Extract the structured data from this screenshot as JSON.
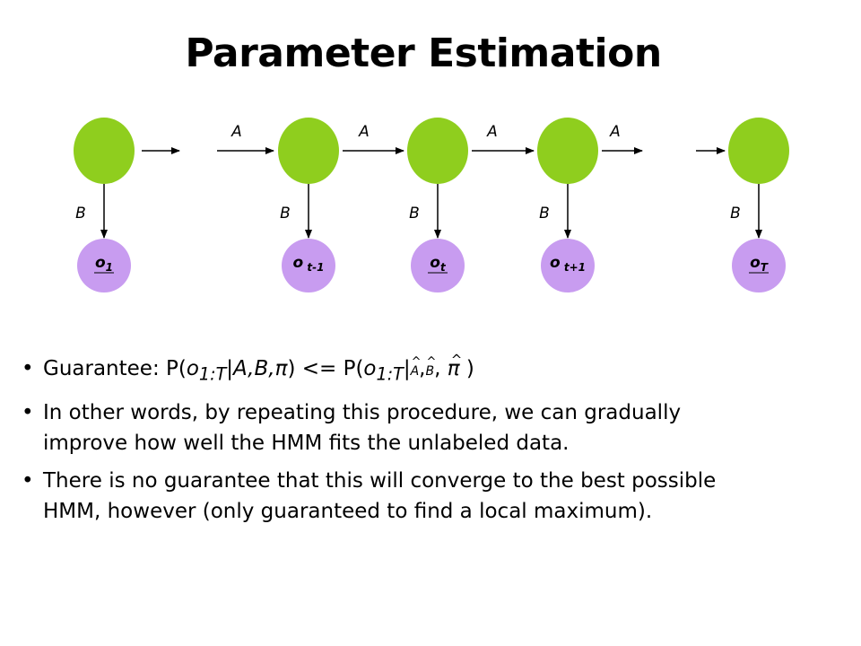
{
  "title": "Parameter Estimation",
  "diagram": {
    "transition_label": "A",
    "emission_label": "B",
    "state_color": "#8fce1e",
    "observation_color": "#c89cf0",
    "observations": [
      {
        "base": "o",
        "sub": "1"
      },
      {
        "base": "o",
        "sub": " t-1"
      },
      {
        "base": "o",
        "sub": "t"
      },
      {
        "base": "o",
        "sub": " t+1"
      },
      {
        "base": "o",
        "sub": "T"
      }
    ]
  },
  "bullets": {
    "guarantee": {
      "lead": "Guarantee:  P(",
      "o": "o",
      "sub": "1:T",
      "bar": "|",
      "params": "A,B,",
      "pi": "π",
      "mid": ") <= P(",
      "hatA": "A",
      "hatB": "B",
      "comma": ",",
      "tail": ")"
    },
    "item2": "In other words, by repeating this procedure, we can gradually improve how well the HMM fits the unlabeled data.",
    "item3": "There is no guarantee that this will converge to the best possible HMM, however (only guaranteed to find a local maximum)."
  }
}
